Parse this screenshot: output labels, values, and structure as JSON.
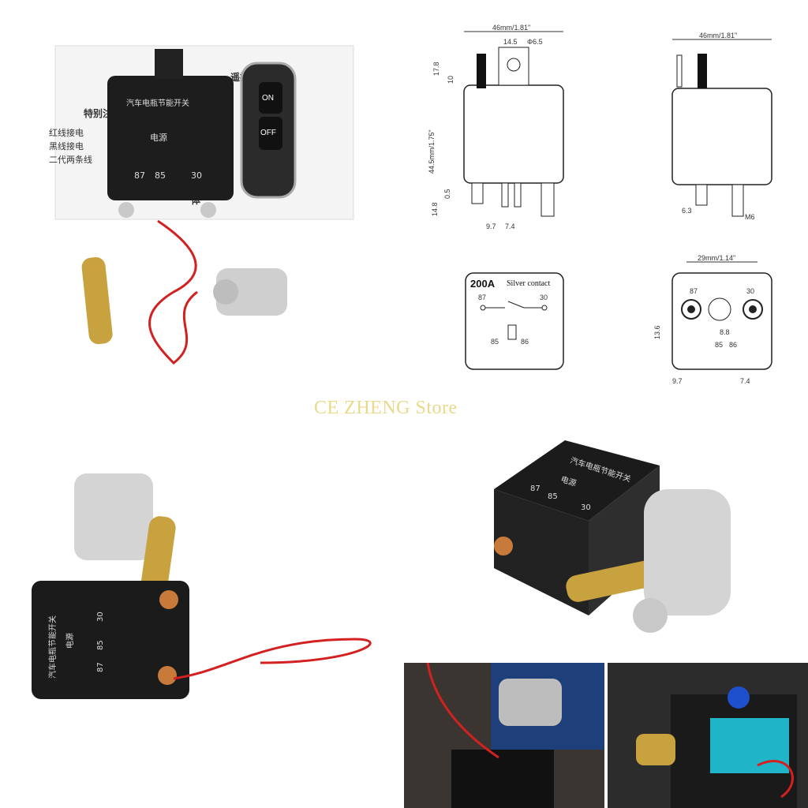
{
  "watermark": "CE ZHENG Store",
  "relay": {
    "switch_label": "汽车电瓶节能开关",
    "power_label": "电源",
    "pins": [
      "87",
      "85",
      "30"
    ]
  },
  "remote": {
    "on_label": "ON",
    "off_label": "OFF"
  },
  "box_text": {
    "top": "遥控断电",
    "line1": "特别注",
    "line2": "红线接电",
    "line3": "黑线接电",
    "line4": "二代两条线",
    "bottom": "体"
  },
  "diagram": {
    "width_label": "46mm/1.81\"",
    "width_label_side": "46mm/1.81\"",
    "dim_14_5": "14.5",
    "dim_phi_6_5": "Φ6.5",
    "dim_17_8": "17.8",
    "dim_10": "10",
    "height_label": "44.5mm/1.75\"",
    "dim_0_5": "0.5",
    "dim_14_8": "14.8",
    "dim_9_7": "9.7",
    "dim_7_4": "7.4",
    "dim_6_3": "6.3",
    "dim_m6": "M6"
  },
  "schematic": {
    "rating": "200A",
    "contact": "Silver contact",
    "pin87": "87",
    "pin30": "30",
    "pin85": "85",
    "pin86": "86"
  },
  "bottom_view": {
    "width_label": "29mm/1.14\"",
    "pin87": "87",
    "pin30": "30",
    "pin85": "85",
    "pin86": "86",
    "dim_13_6": "13.6",
    "dim_8_8": "8.8",
    "dim_9_7": "9.7",
    "dim_7_4": "7.4"
  }
}
